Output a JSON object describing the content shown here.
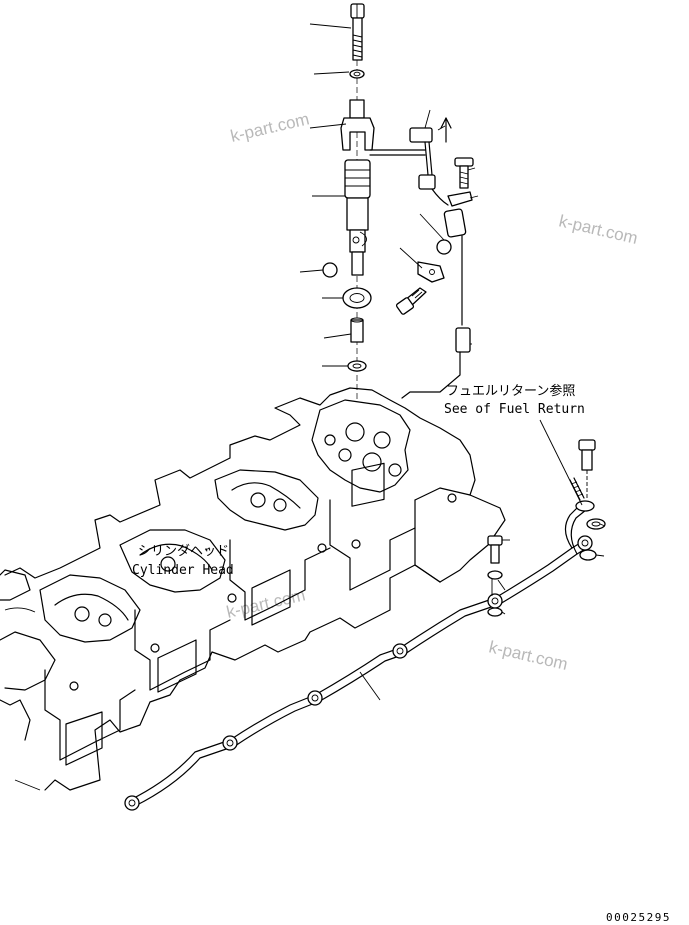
{
  "labels": {
    "fuel_return_jp": "フュエルリターン参照",
    "fuel_return_en": "See of Fuel Return",
    "cylinder_head_jp": "シリンダヘッド",
    "cylinder_head_en": "Cylinder Head"
  },
  "drawing_number": "00025295",
  "watermarks": [
    "k-part.com",
    "k-part.com",
    "k-part.com",
    "k-part.com"
  ]
}
